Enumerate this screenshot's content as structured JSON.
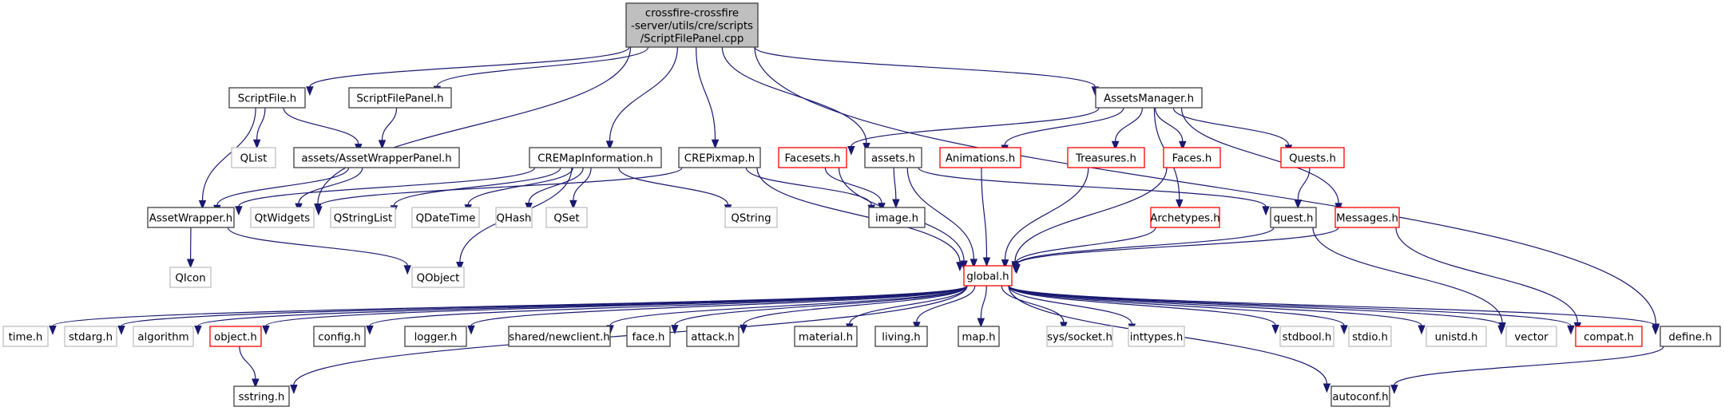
{
  "title": "crossfire-crossfire-server/utils/cre/scripts/ScriptFilePanel.cpp",
  "legend": {
    "root_style": "gray fill",
    "documented_style": "black border",
    "truncated_style": "red border",
    "external_style": "gray border"
  },
  "colors": {
    "edge": "#191970",
    "normal_border": "#404040",
    "truncated_border": "#ff0000",
    "external_border": "#bfbfbf",
    "root_fill": "#bfbfbf"
  },
  "nodes": [
    {
      "id": "root",
      "lines": [
        "crossfire-crossfire",
        "-server/utils/cre/scripts",
        "/ScriptFilePanel.cpp"
      ],
      "kind": "root"
    },
    {
      "id": "ScriptFile_h",
      "lines": [
        "ScriptFile.h"
      ],
      "kind": "normal"
    },
    {
      "id": "ScriptFilePanel_h",
      "lines": [
        "ScriptFilePanel.h"
      ],
      "kind": "normal"
    },
    {
      "id": "QList",
      "lines": [
        "QList"
      ],
      "kind": "gray"
    },
    {
      "id": "AssetWrapperPanel_h",
      "lines": [
        "assets/AssetWrapperPanel.h"
      ],
      "kind": "normal"
    },
    {
      "id": "CREMapInformation_h",
      "lines": [
        "CREMapInformation.h"
      ],
      "kind": "normal"
    },
    {
      "id": "CREPixmap_h",
      "lines": [
        "CREPixmap.h"
      ],
      "kind": "normal"
    },
    {
      "id": "Facesets_h",
      "lines": [
        "Facesets.h"
      ],
      "kind": "red"
    },
    {
      "id": "assets_h",
      "lines": [
        "assets.h"
      ],
      "kind": "normal"
    },
    {
      "id": "AssetsManager_h",
      "lines": [
        "AssetsManager.h"
      ],
      "kind": "normal"
    },
    {
      "id": "Animations_h",
      "lines": [
        "Animations.h"
      ],
      "kind": "red"
    },
    {
      "id": "Treasures_h",
      "lines": [
        "Treasures.h"
      ],
      "kind": "red"
    },
    {
      "id": "Faces_h",
      "lines": [
        "Faces.h"
      ],
      "kind": "red"
    },
    {
      "id": "Quests_h",
      "lines": [
        "Quests.h"
      ],
      "kind": "red"
    },
    {
      "id": "Messages_h",
      "lines": [
        "Messages.h"
      ],
      "kind": "red"
    },
    {
      "id": "Archetypes_h",
      "lines": [
        "Archetypes.h"
      ],
      "kind": "red"
    },
    {
      "id": "quest_h",
      "lines": [
        "quest.h"
      ],
      "kind": "normal"
    },
    {
      "id": "AssetWrapper_h",
      "lines": [
        "AssetWrapper.h"
      ],
      "kind": "normal"
    },
    {
      "id": "QtWidgets",
      "lines": [
        "QtWidgets"
      ],
      "kind": "gray"
    },
    {
      "id": "QStringList",
      "lines": [
        "QStringList"
      ],
      "kind": "gray"
    },
    {
      "id": "QDateTime",
      "lines": [
        "QDateTime"
      ],
      "kind": "gray"
    },
    {
      "id": "QHash",
      "lines": [
        "QHash"
      ],
      "kind": "gray"
    },
    {
      "id": "QSet",
      "lines": [
        "QSet"
      ],
      "kind": "gray"
    },
    {
      "id": "QString",
      "lines": [
        "QString"
      ],
      "kind": "gray"
    },
    {
      "id": "image_h",
      "lines": [
        "image.h"
      ],
      "kind": "normal"
    },
    {
      "id": "QIcon",
      "lines": [
        "QIcon"
      ],
      "kind": "gray"
    },
    {
      "id": "QObject",
      "lines": [
        "QObject"
      ],
      "kind": "gray"
    },
    {
      "id": "global_h",
      "lines": [
        "global.h"
      ],
      "kind": "red"
    },
    {
      "id": "time_h",
      "lines": [
        "time.h"
      ],
      "kind": "gray"
    },
    {
      "id": "stdarg_h",
      "lines": [
        "stdarg.h"
      ],
      "kind": "gray"
    },
    {
      "id": "algorithm",
      "lines": [
        "algorithm"
      ],
      "kind": "gray"
    },
    {
      "id": "object_h",
      "lines": [
        "object.h"
      ],
      "kind": "red"
    },
    {
      "id": "config_h",
      "lines": [
        "config.h"
      ],
      "kind": "normal"
    },
    {
      "id": "logger_h",
      "lines": [
        "logger.h"
      ],
      "kind": "normal"
    },
    {
      "id": "newclient_h",
      "lines": [
        "shared/newclient.h"
      ],
      "kind": "normal"
    },
    {
      "id": "face_h",
      "lines": [
        "face.h"
      ],
      "kind": "normal"
    },
    {
      "id": "attack_h",
      "lines": [
        "attack.h"
      ],
      "kind": "normal"
    },
    {
      "id": "material_h",
      "lines": [
        "material.h"
      ],
      "kind": "normal"
    },
    {
      "id": "living_h",
      "lines": [
        "living.h"
      ],
      "kind": "normal"
    },
    {
      "id": "map_h",
      "lines": [
        "map.h"
      ],
      "kind": "normal"
    },
    {
      "id": "socket_h",
      "lines": [
        "sys/socket.h"
      ],
      "kind": "gray"
    },
    {
      "id": "inttypes_h",
      "lines": [
        "inttypes.h"
      ],
      "kind": "gray"
    },
    {
      "id": "stdbool_h",
      "lines": [
        "stdbool.h"
      ],
      "kind": "gray"
    },
    {
      "id": "stdio_h",
      "lines": [
        "stdio.h"
      ],
      "kind": "gray"
    },
    {
      "id": "unistd_h",
      "lines": [
        "unistd.h"
      ],
      "kind": "gray"
    },
    {
      "id": "vector",
      "lines": [
        "vector"
      ],
      "kind": "gray"
    },
    {
      "id": "compat_h",
      "lines": [
        "compat.h"
      ],
      "kind": "red"
    },
    {
      "id": "define_h",
      "lines": [
        "define.h"
      ],
      "kind": "normal"
    },
    {
      "id": "sstring_h",
      "lines": [
        "sstring.h"
      ],
      "kind": "normal"
    },
    {
      "id": "autoconf_h",
      "lines": [
        "autoconf.h"
      ],
      "kind": "normal"
    }
  ],
  "edges": [
    [
      "root",
      "ScriptFile_h"
    ],
    [
      "root",
      "ScriptFilePanel_h"
    ],
    [
      "root",
      "QtWidgets"
    ],
    [
      "root",
      "CREMapInformation_h"
    ],
    [
      "root",
      "CREPixmap_h"
    ],
    [
      "root",
      "assets_h"
    ],
    [
      "root",
      "AssetsManager_h"
    ],
    [
      "root",
      "define_h"
    ],
    [
      "ScriptFile_h",
      "AssetWrapper_h"
    ],
    [
      "ScriptFile_h",
      "QList"
    ],
    [
      "ScriptFile_h",
      "AssetWrapperPanel_h"
    ],
    [
      "ScriptFilePanel_h",
      "AssetWrapperPanel_h"
    ],
    [
      "AssetWrapperPanel_h",
      "AssetWrapper_h"
    ],
    [
      "AssetWrapperPanel_h",
      "QtWidgets"
    ],
    [
      "CREMapInformation_h",
      "AssetWrapper_h"
    ],
    [
      "CREMapInformation_h",
      "QStringList"
    ],
    [
      "CREMapInformation_h",
      "QDateTime"
    ],
    [
      "CREMapInformation_h",
      "QHash"
    ],
    [
      "CREMapInformation_h",
      "QSet"
    ],
    [
      "CREMapInformation_h",
      "QString"
    ],
    [
      "CREMapInformation_h",
      "QObject"
    ],
    [
      "CREPixmap_h",
      "QtWidgets"
    ],
    [
      "CREPixmap_h",
      "image_h"
    ],
    [
      "CREPixmap_h",
      "global_h"
    ],
    [
      "AssetWrapper_h",
      "QIcon"
    ],
    [
      "AssetWrapper_h",
      "QObject"
    ],
    [
      "Facesets_h",
      "image_h"
    ],
    [
      "Facesets_h",
      "global_h"
    ],
    [
      "assets_h",
      "image_h"
    ],
    [
      "assets_h",
      "global_h"
    ],
    [
      "assets_h",
      "quest_h"
    ],
    [
      "AssetsManager_h",
      "Facesets_h"
    ],
    [
      "AssetsManager_h",
      "Animations_h"
    ],
    [
      "AssetsManager_h",
      "Treasures_h"
    ],
    [
      "AssetsManager_h",
      "Faces_h"
    ],
    [
      "AssetsManager_h",
      "Archetypes_h"
    ],
    [
      "AssetsManager_h",
      "Quests_h"
    ],
    [
      "AssetsManager_h",
      "Messages_h"
    ],
    [
      "Animations_h",
      "global_h"
    ],
    [
      "Treasures_h",
      "global_h"
    ],
    [
      "Faces_h",
      "global_h"
    ],
    [
      "Quests_h",
      "quest_h"
    ],
    [
      "Archetypes_h",
      "global_h"
    ],
    [
      "quest_h",
      "global_h"
    ],
    [
      "quest_h",
      "vector"
    ],
    [
      "Messages_h",
      "global_h"
    ],
    [
      "Messages_h",
      "compat_h"
    ],
    [
      "global_h",
      "time_h"
    ],
    [
      "global_h",
      "stdarg_h"
    ],
    [
      "global_h",
      "algorithm"
    ],
    [
      "global_h",
      "object_h"
    ],
    [
      "global_h",
      "sstring_h"
    ],
    [
      "global_h",
      "config_h"
    ],
    [
      "global_h",
      "logger_h"
    ],
    [
      "global_h",
      "newclient_h"
    ],
    [
      "global_h",
      "face_h"
    ],
    [
      "global_h",
      "attack_h"
    ],
    [
      "global_h",
      "material_h"
    ],
    [
      "global_h",
      "living_h"
    ],
    [
      "global_h",
      "map_h"
    ],
    [
      "global_h",
      "autoconf_h"
    ],
    [
      "global_h",
      "socket_h"
    ],
    [
      "global_h",
      "inttypes_h"
    ],
    [
      "global_h",
      "stdbool_h"
    ],
    [
      "global_h",
      "stdio_h"
    ],
    [
      "global_h",
      "unistd_h"
    ],
    [
      "global_h",
      "vector"
    ],
    [
      "global_h",
      "compat_h"
    ],
    [
      "global_h",
      "define_h"
    ],
    [
      "object_h",
      "sstring_h"
    ],
    [
      "define_h",
      "autoconf_h"
    ]
  ]
}
